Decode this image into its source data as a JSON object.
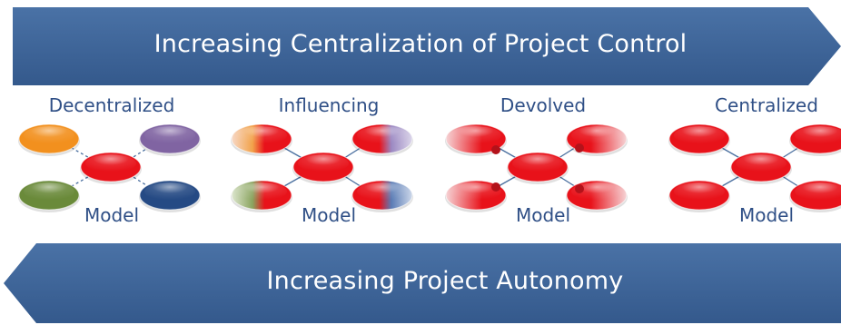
{
  "top_banner": {
    "text": "Increasing Centralization of Project Control",
    "color": "#3d6597"
  },
  "bottom_banner": {
    "text": "Increasing Project Autonomy",
    "color": "#3d6597"
  },
  "models": [
    {
      "title": "Decentralized",
      "label": "Model"
    },
    {
      "title": "Influencing",
      "label": "Model"
    },
    {
      "title": "Devolved",
      "label": "Model"
    },
    {
      "title": "Centralized",
      "label": "Model"
    }
  ],
  "colors": {
    "hub": "#e8121a",
    "orange": "#f2901e",
    "purple": "#8064a2",
    "green": "#6a8a3a",
    "navy": "#254a84",
    "text": "#2f4f86"
  }
}
